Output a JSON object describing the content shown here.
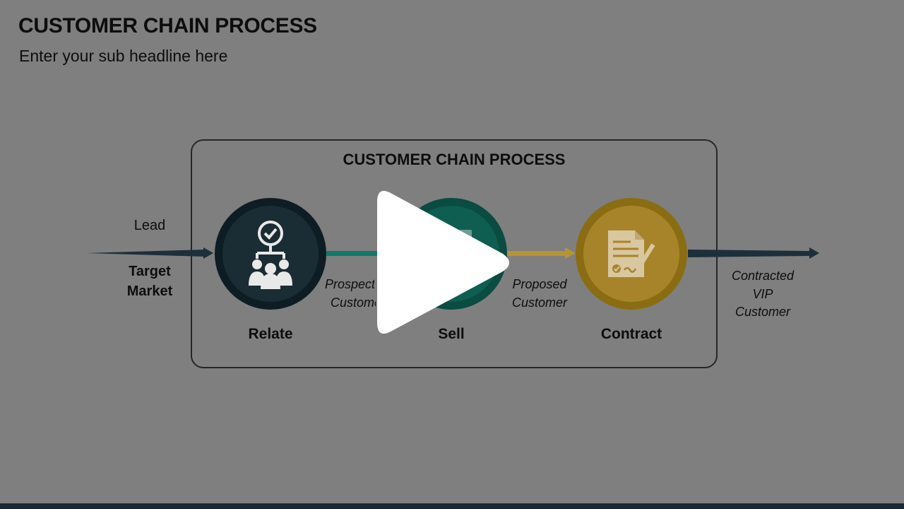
{
  "page": {
    "title": "CUSTOMER CHAIN PROCESS",
    "subtitle": "Enter your sub headline here"
  },
  "diagram": {
    "box_title": "CUSTOMER CHAIN PROCESS",
    "input": {
      "top_label": "Lead",
      "bottom_label_line1": "Target",
      "bottom_label_line2": "Market"
    },
    "stages": [
      {
        "label": "Relate",
        "icon": "people-network-icon",
        "color": "#13262d"
      },
      {
        "label": "Sell",
        "icon": "document-icon",
        "color": "#0e5e52"
      },
      {
        "label": "Contract",
        "icon": "contract-pen-icon",
        "color": "#9b7b1e"
      }
    ],
    "transitions": [
      {
        "line1": "Prospect",
        "line2": "Customer",
        "color": "#107a6a"
      },
      {
        "line1": "Proposed",
        "line2": "Customer",
        "color": "#b79433"
      }
    ],
    "output": {
      "line1": "Contracted",
      "line2": "VIP",
      "line3": "Customer"
    }
  },
  "overlay": {
    "icon": "play-icon"
  },
  "colors": {
    "background": "#7f7f7f",
    "dark_arrow": "#1d2f3a",
    "play_button": "#ffffff",
    "bottom_bar": "#1c2836"
  }
}
